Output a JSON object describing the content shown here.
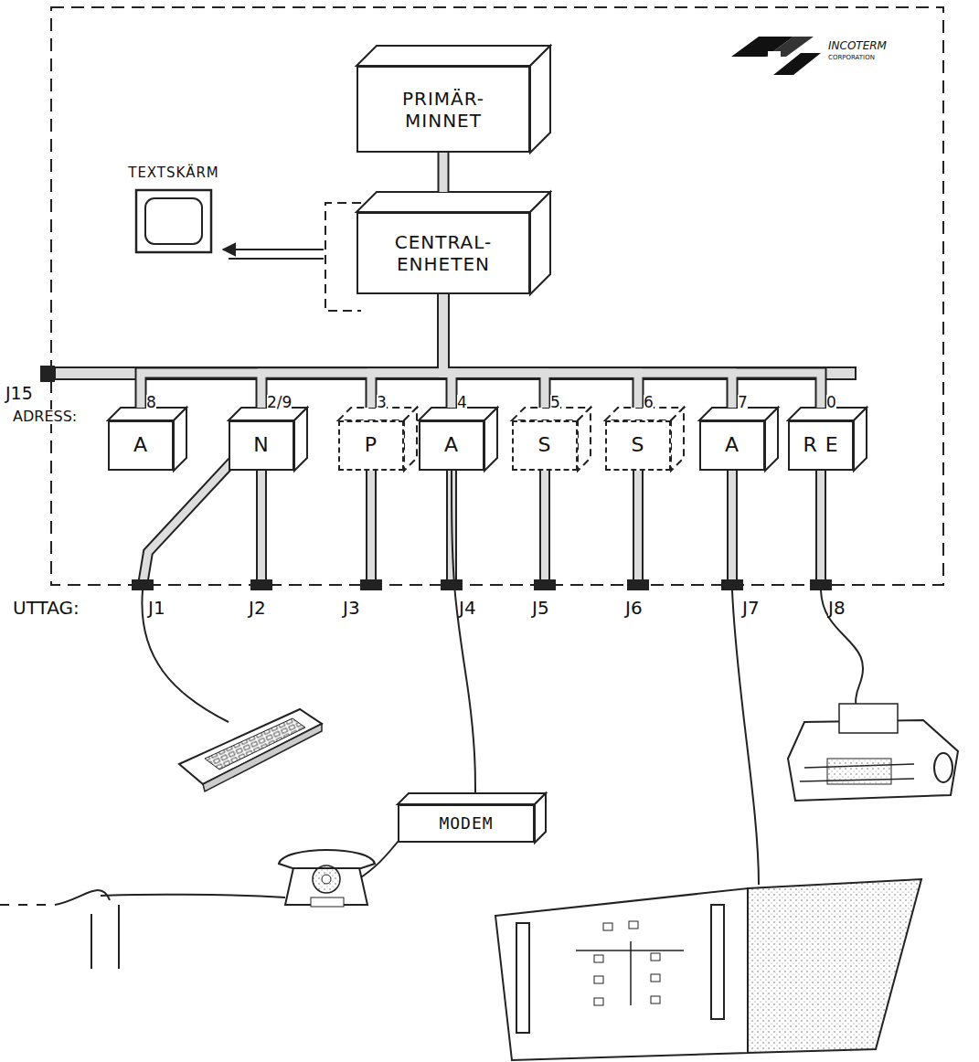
{
  "diagram": {
    "nodes": [
      {
        "text": [
          "PRIMÄR- MINNET"
        ]
      },
      {
        "text": [
          "CENTRAL- ENHETEN"
        ]
      },
      {
        "text": [
          "TEXTSKÄRM"
        ]
      },
      {
        "text": [
          "A"
        ]
      },
      {
        "text": [
          "N"
        ]
      },
      {
        "text": [
          "P"
        ]
      },
      {
        "text": [
          "A"
        ]
      },
      {
        "text": [
          "S"
        ]
      },
      {
        "text": [
          "S"
        ]
      },
      {
        "text": [
          "A"
        ]
      },
      {
        "text": [
          "R E"
        ]
      },
      {
        "text": [
          "MODEM"
        ]
      }
    ],
    "edges": [
      {
        "from": 0,
        "to": 1,
        "arrow": "none"
      },
      {
        "from": 1,
        "to": 2,
        "arrow": "to"
      },
      {
        "from": 1,
        "to": 3,
        "arrow": "none"
      },
      {
        "from": 1,
        "to": 4,
        "arrow": "none"
      },
      {
        "from": 1,
        "to": 5,
        "arrow": "none"
      },
      {
        "from": 1,
        "to": 6,
        "arrow": "none"
      },
      {
        "from": 1,
        "to": 7,
        "arrow": "none"
      },
      {
        "from": 1,
        "to": 8,
        "arrow": "none"
      },
      {
        "from": 1,
        "to": 9,
        "arrow": "none"
      },
      {
        "from": 1,
        "to": 10,
        "arrow": "none"
      },
      {
        "from": 6,
        "to": 11,
        "arrow": "none"
      }
    ],
    "labels": [
      "INCOTERM",
      "CORPORATION",
      "J15",
      "ADRESS:",
      "8",
      "2/9",
      "3",
      "4",
      "5",
      "6",
      "7",
      "0",
      "UTTAG:",
      "J1",
      "J2",
      "J3",
      "J4",
      "J5",
      "J6",
      "J7",
      "J8"
    ]
  }
}
